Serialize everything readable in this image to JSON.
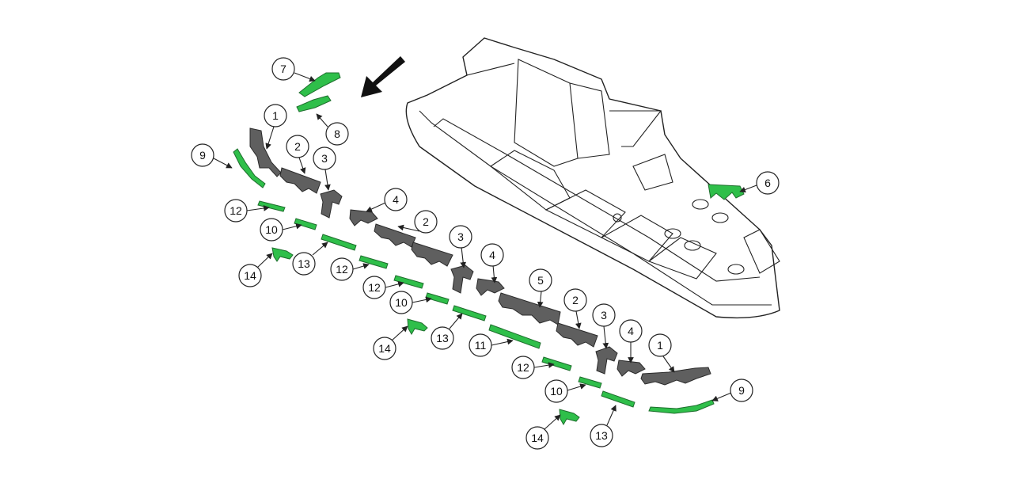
{
  "colors": {
    "replacement_part": "#2fbf4a",
    "wear_part": "#5f5f5f",
    "outline": "#222222"
  },
  "direction_arrow": "arrow-icon",
  "callouts": [
    {
      "id": "c7",
      "label": "7"
    },
    {
      "id": "c8",
      "label": "8"
    },
    {
      "id": "c1a",
      "label": "1"
    },
    {
      "id": "c9a",
      "label": "9"
    },
    {
      "id": "c2a",
      "label": "2"
    },
    {
      "id": "c3a",
      "label": "3"
    },
    {
      "id": "c4a",
      "label": "4"
    },
    {
      "id": "c12a",
      "label": "12"
    },
    {
      "id": "c10a",
      "label": "10"
    },
    {
      "id": "c2b",
      "label": "2"
    },
    {
      "id": "c13a",
      "label": "13"
    },
    {
      "id": "c14a",
      "label": "14"
    },
    {
      "id": "c3b",
      "label": "3"
    },
    {
      "id": "c12b",
      "label": "12"
    },
    {
      "id": "c4b",
      "label": "4"
    },
    {
      "id": "c12c",
      "label": "12"
    },
    {
      "id": "c5",
      "label": "5"
    },
    {
      "id": "c10b",
      "label": "10"
    },
    {
      "id": "c2c",
      "label": "2"
    },
    {
      "id": "c3c",
      "label": "3"
    },
    {
      "id": "c14b",
      "label": "14"
    },
    {
      "id": "c13b",
      "label": "13"
    },
    {
      "id": "c4c",
      "label": "4"
    },
    {
      "id": "c1b",
      "label": "1"
    },
    {
      "id": "c11",
      "label": "11"
    },
    {
      "id": "c12d",
      "label": "12"
    },
    {
      "id": "c9b",
      "label": "9"
    },
    {
      "id": "c10c",
      "label": "10"
    },
    {
      "id": "c13c",
      "label": "13"
    },
    {
      "id": "c14c",
      "label": "14"
    },
    {
      "id": "c6",
      "label": "6"
    }
  ]
}
